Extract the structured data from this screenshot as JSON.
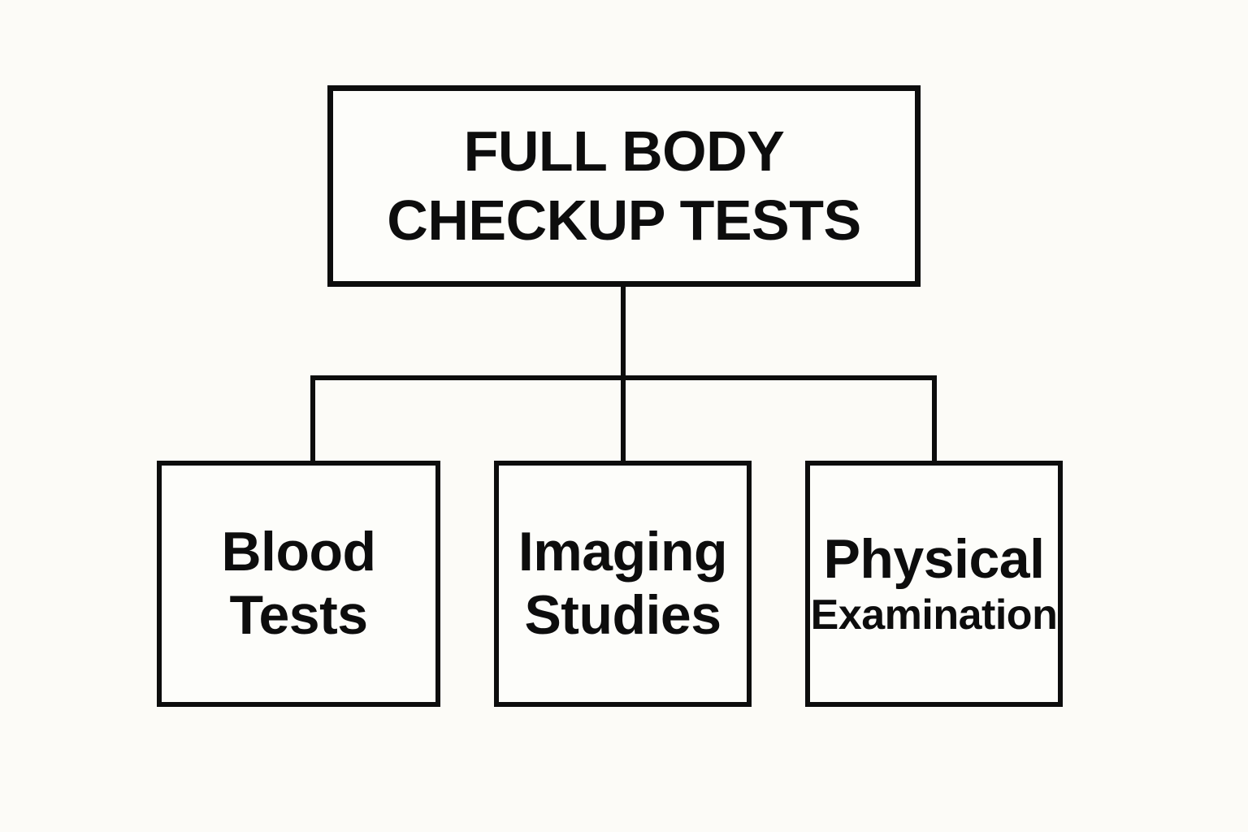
{
  "diagram": {
    "type": "hierarchy-tree",
    "orientation": "top-down",
    "background_color": "#fcfbf7",
    "line_color": "#0d0d0d",
    "box_fill_color": "#fdfdfa",
    "root": {
      "title_line_1": "FULL BODY",
      "title_line_2": "CHECKUP TESTS",
      "title_full": "FULL BODY\nCHECKUP TESTS"
    },
    "children": [
      {
        "id": "blood-tests",
        "line_1": "Blood",
        "line_2": "Tests",
        "label_full": "Blood Tests"
      },
      {
        "id": "imaging-studies",
        "line_1": "Imaging",
        "line_2": "Studies",
        "label_full": "Imaging Studies"
      },
      {
        "id": "physical-examination",
        "line_1": "Physical",
        "line_2": "Examination",
        "label_full": "Physical Examination"
      }
    ]
  }
}
